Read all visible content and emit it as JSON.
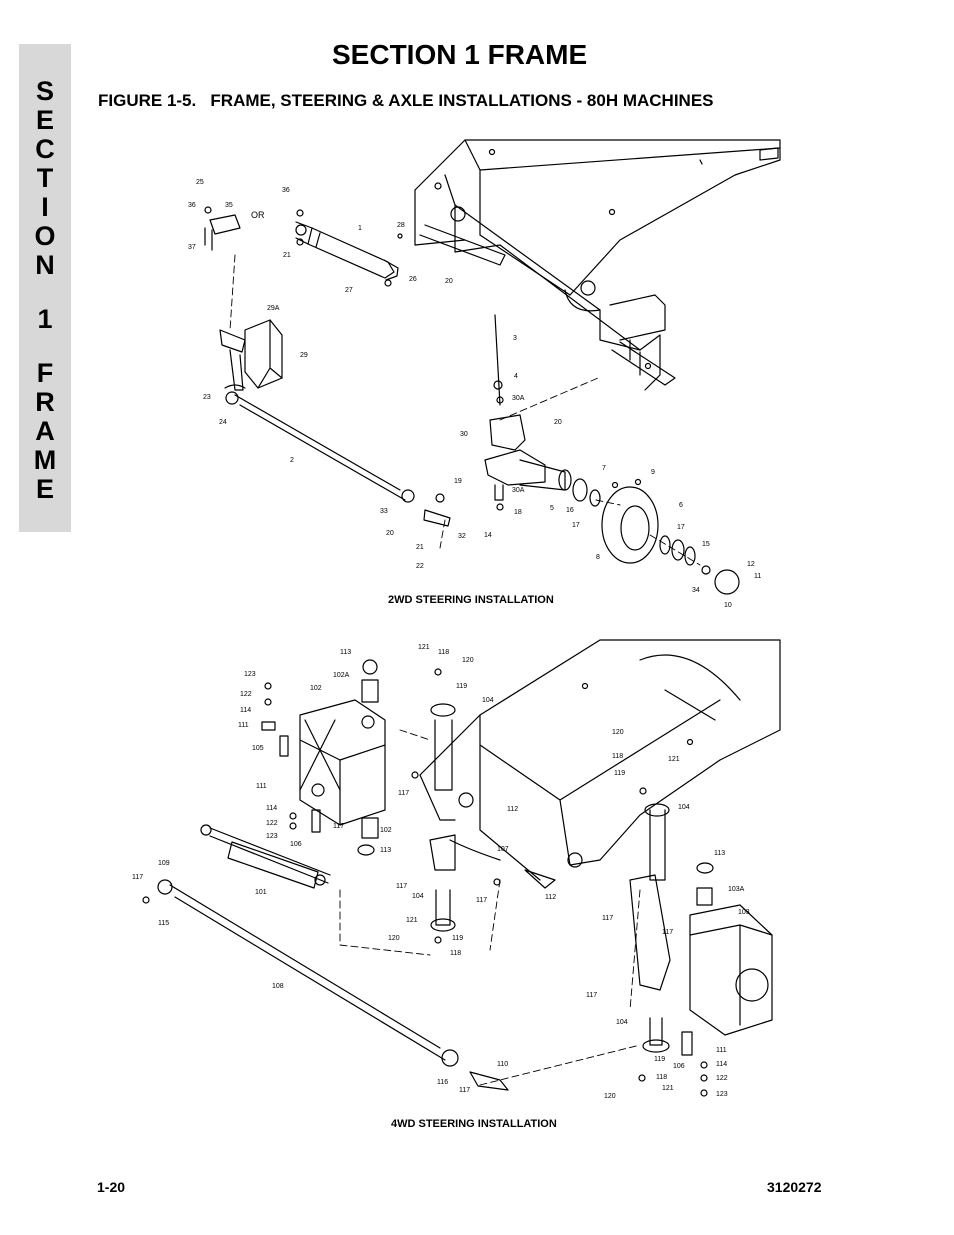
{
  "header": {
    "section_title": "SECTION 1  FRAME",
    "figure_title": "FIGURE 1-5.   FRAME, STEERING & AXLE INSTALLATIONS - 80H MACHINES"
  },
  "side_tab": {
    "letters": [
      "S",
      "E",
      "C",
      "T",
      "I",
      "O",
      "N",
      "",
      "1",
      "",
      "F",
      "R",
      "A",
      "M",
      "E"
    ]
  },
  "figure_2wd": {
    "caption": "2WD STEERING INSTALLATION",
    "or_text": "OR",
    "labels": [
      "25",
      "36",
      "35",
      "37",
      "36",
      "1",
      "28",
      "21",
      "26",
      "27",
      "20",
      "29A",
      "29",
      "23",
      "24",
      "2",
      "3",
      "4",
      "30A",
      "20",
      "30",
      "19",
      "30A",
      "33",
      "18",
      "14",
      "20",
      "32",
      "21",
      "22",
      "7",
      "9",
      "5",
      "16",
      "17",
      "6",
      "17",
      "15",
      "8",
      "12",
      "11",
      "34",
      "10"
    ]
  },
  "figure_4wd": {
    "caption": "4WD STEERING INSTALLATION",
    "labels": [
      "113",
      "102A",
      "121",
      "118",
      "120",
      "123",
      "102",
      "119",
      "104",
      "122",
      "114",
      "111",
      "105",
      "117",
      "120",
      "118",
      "121",
      "119",
      "111",
      "114",
      "122",
      "123",
      "106",
      "117",
      "102",
      "113",
      "112",
      "107",
      "104",
      "109",
      "117",
      "115",
      "101",
      "117",
      "104",
      "121",
      "120",
      "119",
      "118",
      "117",
      "112",
      "113",
      "103A",
      "117",
      "103",
      "117",
      "108",
      "117",
      "104",
      "106",
      "111",
      "119",
      "114",
      "118",
      "122",
      "121",
      "123",
      "120",
      "110",
      "116",
      "117"
    ]
  },
  "footer": {
    "page_number": "1-20",
    "doc_number": "3120272"
  }
}
